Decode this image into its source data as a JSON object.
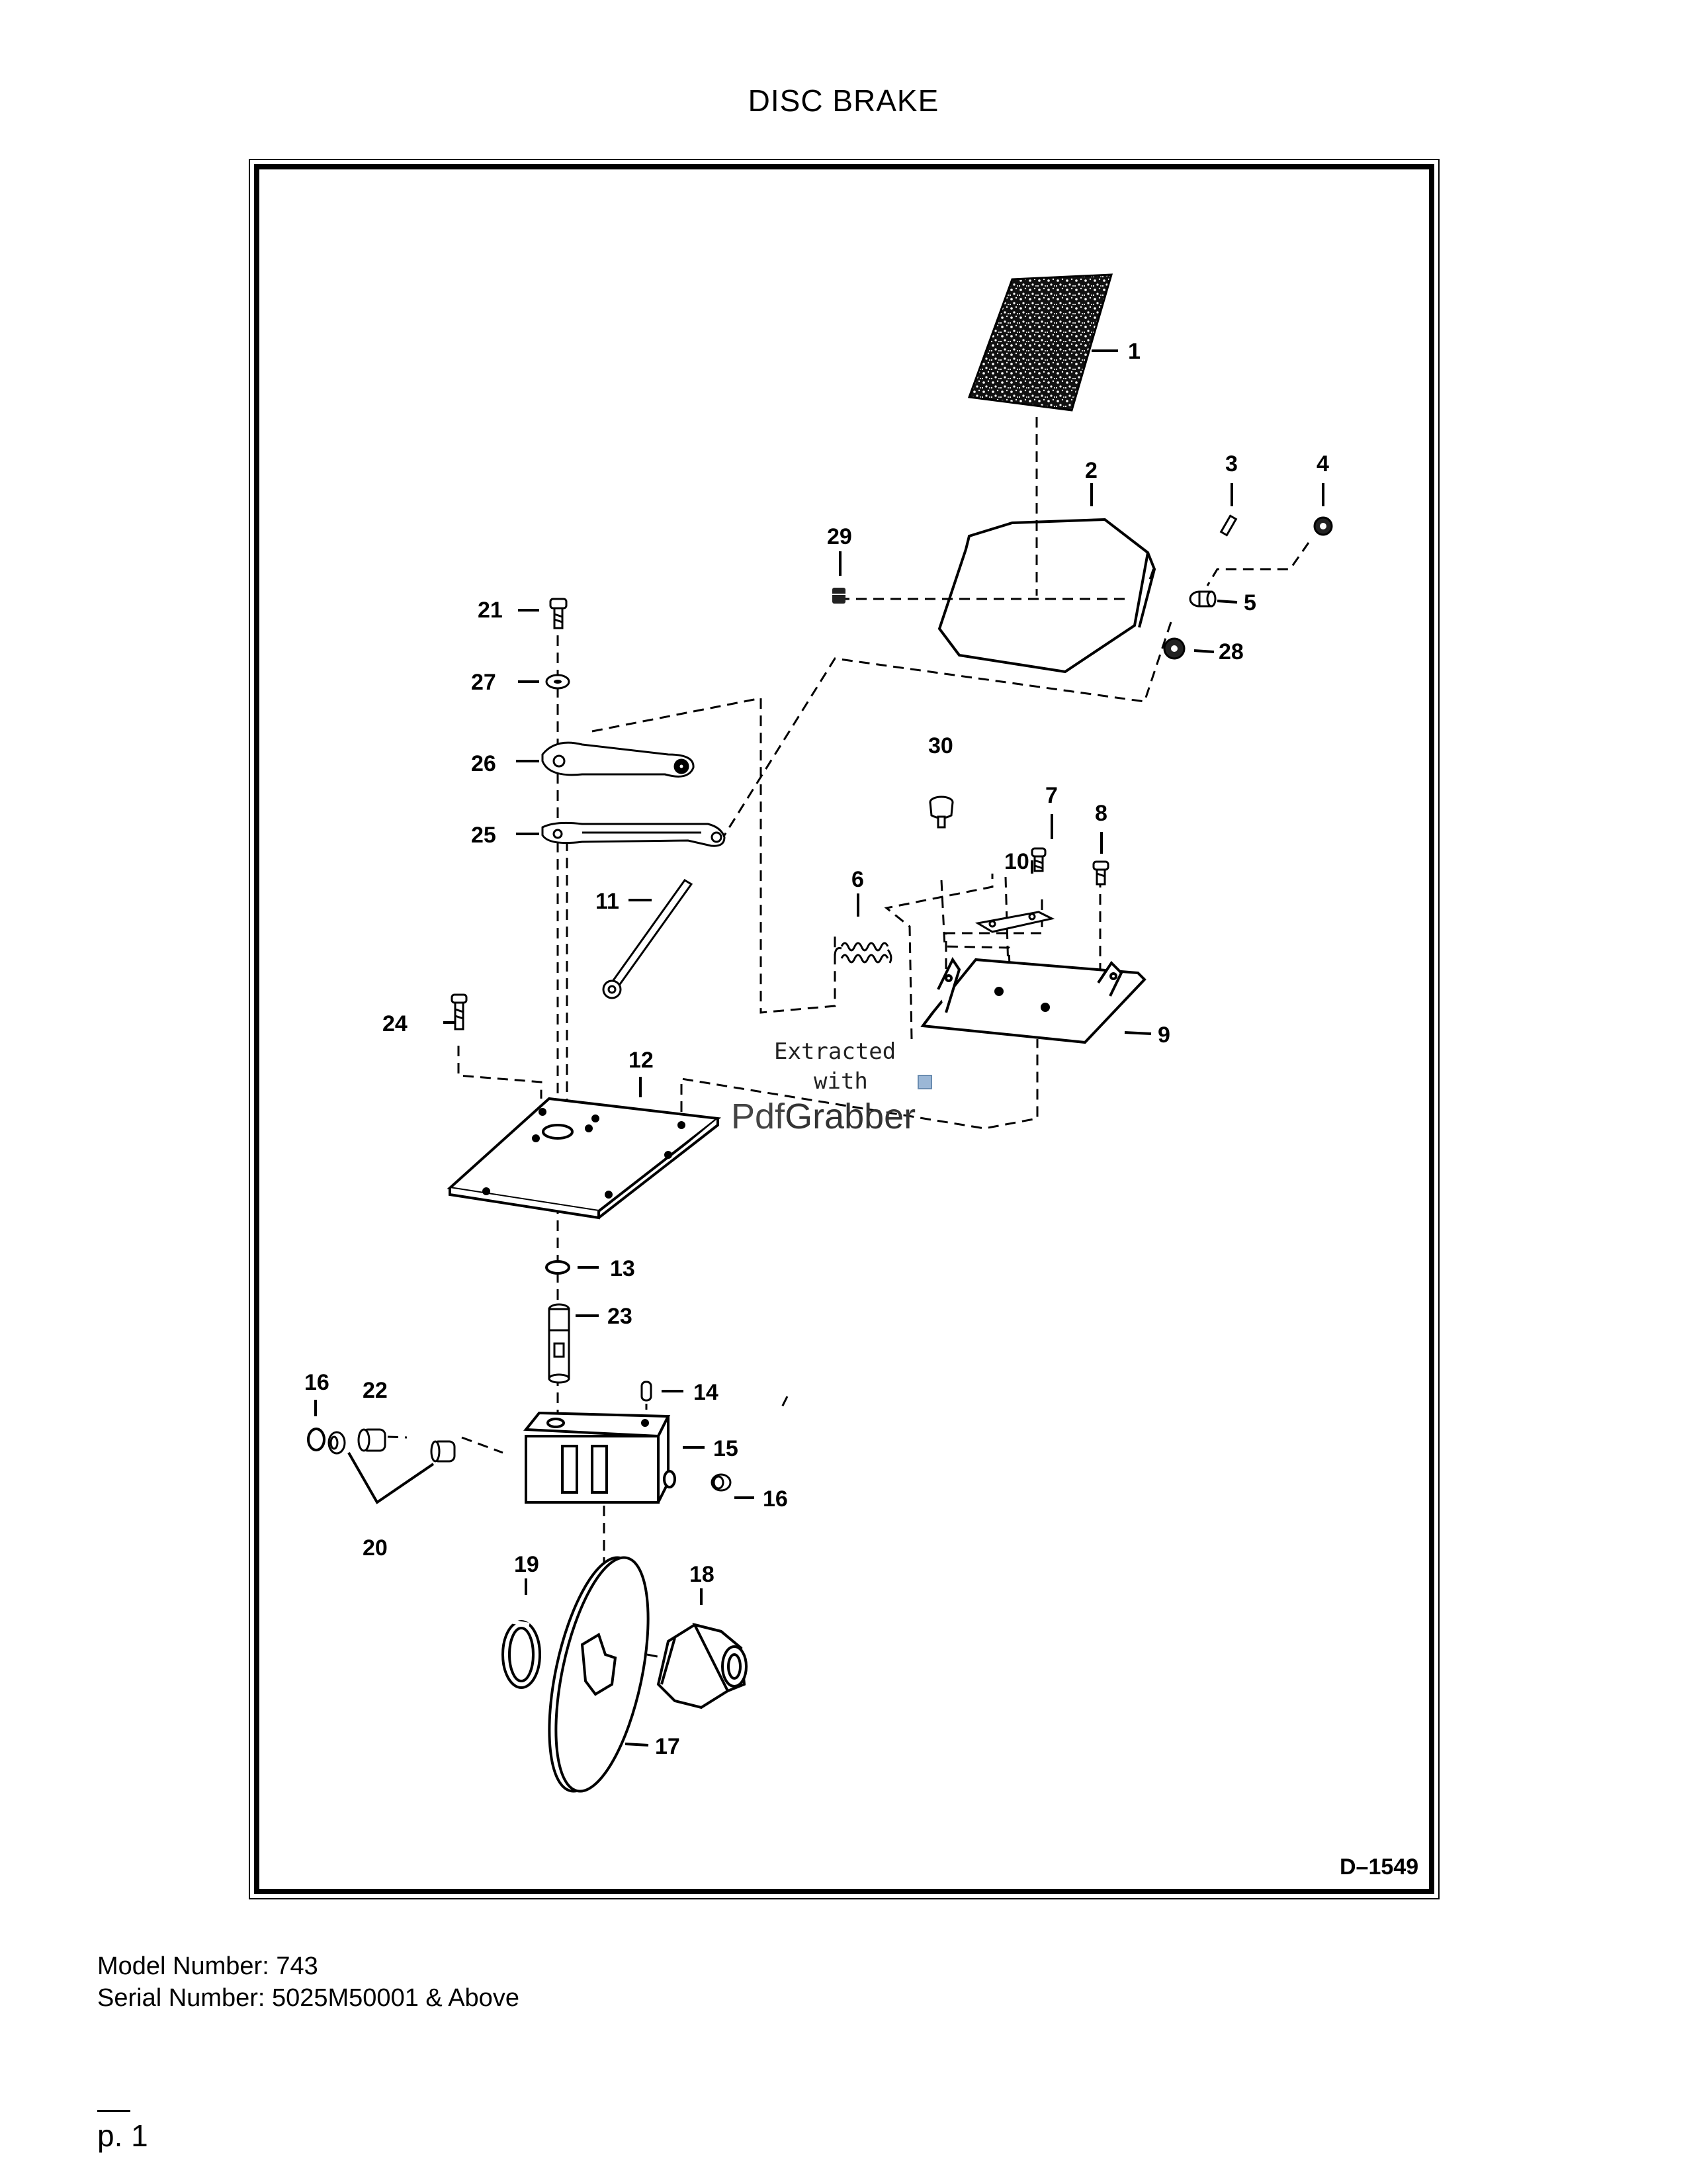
{
  "page": {
    "title": "DISC BRAKE",
    "drawing_code": "D–1549",
    "model_number": "Model Number: 743",
    "serial_number": "Serial Number: 5025M50001 & Above",
    "page_number": "p. 1"
  },
  "watermark": {
    "line1": "Extracted",
    "line2": "with",
    "brand_a": "Pdf",
    "brand_b": "Grabber"
  },
  "callouts": {
    "c1": "1",
    "c2": "2",
    "c3": "3",
    "c4": "4",
    "c5": "5",
    "c6": "6",
    "c7": "7",
    "c8": "8",
    "c9": "9",
    "c10": "10",
    "c11": "11",
    "c12": "12",
    "c13": "13",
    "c14": "14",
    "c15": "15",
    "c16a": "16",
    "c16b": "16",
    "c17": "17",
    "c18": "18",
    "c19": "19",
    "c20": "20",
    "c21": "21",
    "c22": "22",
    "c23": "23",
    "c24": "24",
    "c25": "25",
    "c26": "26",
    "c27": "27",
    "c28": "28",
    "c29": "29",
    "c30": "30"
  }
}
